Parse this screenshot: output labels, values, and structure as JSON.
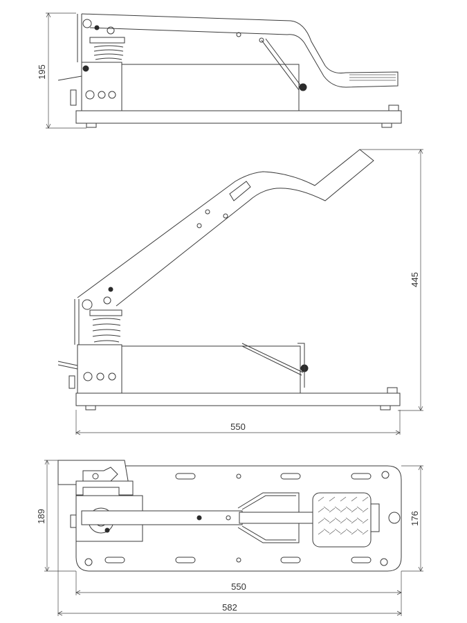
{
  "views": {
    "side_lowered": {
      "height_label": "195"
    },
    "side_raised": {
      "height_label": "445",
      "length_label": "550"
    },
    "top": {
      "width_label": "189",
      "inner_width_label": "176",
      "inner_length_label": "550",
      "overall_length_label": "582"
    }
  },
  "colors": {
    "line": "#3a3a3a",
    "background": "#ffffff"
  }
}
